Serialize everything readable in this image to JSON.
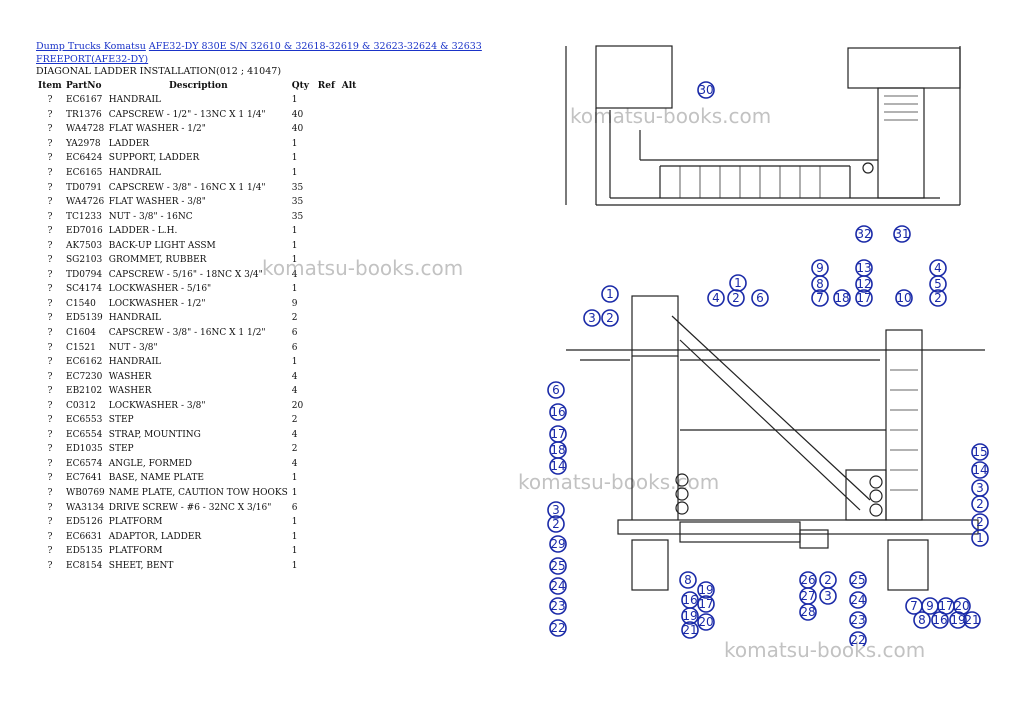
{
  "breadcrumb": {
    "link1": "Dump Trucks Komatsu",
    "link2": "AFE32-DY 830E S/N 32610 & 32618-32619 & 32623-32624 & 32633",
    "link3": "FREEPORT(AFE32-DY)"
  },
  "section_title": "DIAGONAL LADDER INSTALLATION(012 ; 41047)",
  "table": {
    "headers": {
      "item": "Item",
      "part": "PartNo",
      "desc": "Description",
      "qty": "Qty",
      "ref": "Ref",
      "alt": "Alt"
    },
    "rows": [
      {
        "item": "?",
        "part": "EC6167",
        "desc": "HANDRAIL",
        "qty": "1"
      },
      {
        "item": "?",
        "part": "TR1376",
        "desc": "CAPSCREW - 1/2\" - 13NC X 1 1/4\"",
        "qty": "40"
      },
      {
        "item": "?",
        "part": "WA4728",
        "desc": "FLAT WASHER - 1/2\"",
        "qty": "40"
      },
      {
        "item": "?",
        "part": "YA2978",
        "desc": "LADDER",
        "qty": "1"
      },
      {
        "item": "?",
        "part": "EC6424",
        "desc": "SUPPORT, LADDER",
        "qty": "1"
      },
      {
        "item": "?",
        "part": "EC6165",
        "desc": "HANDRAIL",
        "qty": "1"
      },
      {
        "item": "?",
        "part": "TD0791",
        "desc": "CAPSCREW - 3/8\" - 16NC X 1 1/4\"",
        "qty": "35"
      },
      {
        "item": "?",
        "part": "WA4726",
        "desc": "FLAT WASHER - 3/8\"",
        "qty": "35"
      },
      {
        "item": "?",
        "part": "TC1233",
        "desc": "NUT - 3/8\" - 16NC",
        "qty": "35"
      },
      {
        "item": "?",
        "part": "ED7016",
        "desc": "LADDER - L.H.",
        "qty": "1"
      },
      {
        "item": "?",
        "part": "AK7503",
        "desc": "BACK-UP LIGHT ASSM",
        "qty": "1"
      },
      {
        "item": "?",
        "part": "SG2103",
        "desc": "GROMMET, RUBBER",
        "qty": "1"
      },
      {
        "item": "?",
        "part": "TD0794",
        "desc": "CAPSCREW - 5/16\" - 18NC X 3/4\"",
        "qty": "4"
      },
      {
        "item": "?",
        "part": "SC4174",
        "desc": "LOCKWASHER - 5/16\"",
        "qty": "1"
      },
      {
        "item": "?",
        "part": "C1540",
        "desc": "LOCKWASHER - 1/2\"",
        "qty": "9"
      },
      {
        "item": "?",
        "part": "ED5139",
        "desc": "HANDRAIL",
        "qty": "2"
      },
      {
        "item": "?",
        "part": "C1604",
        "desc": "CAPSCREW - 3/8\" - 16NC X 1 1/2\"",
        "qty": "6"
      },
      {
        "item": "?",
        "part": "C1521",
        "desc": "NUT - 3/8\"",
        "qty": "6"
      },
      {
        "item": "?",
        "part": "EC6162",
        "desc": "HANDRAIL",
        "qty": "1"
      },
      {
        "item": "?",
        "part": "EC7230",
        "desc": "WASHER",
        "qty": "4"
      },
      {
        "item": "?",
        "part": "EB2102",
        "desc": "WASHER",
        "qty": "4"
      },
      {
        "item": "?",
        "part": "C0312",
        "desc": "LOCKWASHER - 3/8\"",
        "qty": "20"
      },
      {
        "item": "?",
        "part": "EC6553",
        "desc": "STEP",
        "qty": "2"
      },
      {
        "item": "?",
        "part": "EC6554",
        "desc": "STRAP, MOUNTING",
        "qty": "4"
      },
      {
        "item": "?",
        "part": "ED1035",
        "desc": "STEP",
        "qty": "2"
      },
      {
        "item": "?",
        "part": "EC6574",
        "desc": "ANGLE, FORMED",
        "qty": "4"
      },
      {
        "item": "?",
        "part": "EC7641",
        "desc": "BASE, NAME PLATE",
        "qty": "1"
      },
      {
        "item": "?",
        "part": "WB0769",
        "desc": "NAME PLATE, CAUTION TOW HOOKS",
        "qty": "1"
      },
      {
        "item": "?",
        "part": "WA3134",
        "desc": "DRIVE SCREW - #6 - 32NC X 3/16\"",
        "qty": "6"
      },
      {
        "item": "?",
        "part": "ED5126",
        "desc": "PLATFORM",
        "qty": "1"
      },
      {
        "item": "?",
        "part": "EC6631",
        "desc": "ADAPTOR, LADDER",
        "qty": "1"
      },
      {
        "item": "?",
        "part": "ED5135",
        "desc": "PLATFORM",
        "qty": "1"
      },
      {
        "item": "?",
        "part": "EC8154",
        "desc": "SHEET, BENT",
        "qty": "1"
      }
    ]
  },
  "watermark": "komatsu-books.com",
  "callouts": {
    "top": [
      "30",
      "32",
      "31"
    ],
    "front": [
      "1",
      "3",
      "2",
      "1",
      "4",
      "2",
      "6",
      "9",
      "8",
      "7",
      "18",
      "13",
      "12",
      "17",
      "10",
      "4",
      "5",
      "2",
      "6",
      "16",
      "17",
      "18",
      "14",
      "3",
      "2",
      "29",
      "25",
      "24",
      "23",
      "22",
      "8",
      "19",
      "16",
      "17",
      "19",
      "20",
      "21",
      "26",
      "27",
      "28",
      "2",
      "3",
      "25",
      "24",
      "23",
      "22",
      "15",
      "14",
      "3",
      "2",
      "2",
      "1",
      "7",
      "9",
      "17",
      "20",
      "8",
      "16",
      "19",
      "21"
    ]
  }
}
